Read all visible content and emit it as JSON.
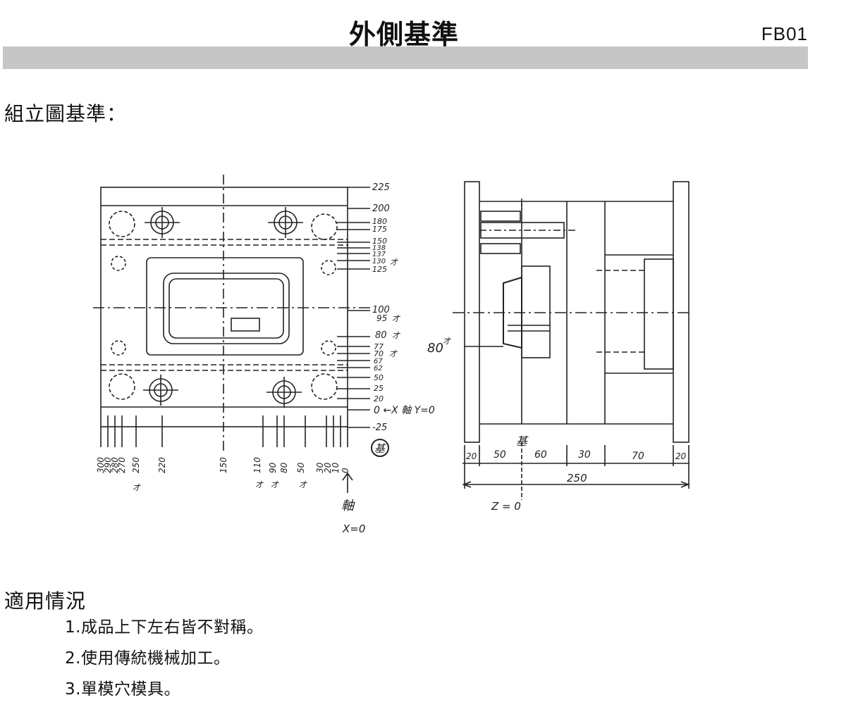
{
  "header": {
    "title": "外側基準",
    "code": "FB01"
  },
  "section": {
    "heading": "組立圖基準："
  },
  "drawing": {
    "plan_view": {
      "right_labels": [
        "225",
        "200",
        "180",
        "175",
        "150",
        "138",
        "137",
        "130",
        "125",
        "100",
        "95",
        "80",
        "77",
        "70",
        "67",
        "62",
        "50",
        "25",
        "20",
        "0",
        "-25"
      ],
      "right_marks": [
        "才",
        "才",
        "才",
        "才"
      ],
      "bottom_labels": [
        "300",
        "290",
        "280",
        "270",
        "250",
        "220",
        "150",
        "110",
        "90",
        "80",
        "50",
        "30",
        "20",
        "10",
        "0"
      ],
      "bottom_marks": [
        "才",
        "才",
        "才",
        "才"
      ],
      "x_axis_note": "0 ←X 軸 Y=0",
      "y_axis_char": "軸",
      "y_axis_note": "X=0",
      "stamp": "基"
    },
    "section_view": {
      "label_80": "80",
      "label_80_mark": "才",
      "dims": [
        "20",
        "50",
        "60",
        "30",
        "70",
        "20"
      ],
      "overall": "250",
      "z_char": "基",
      "z_note": "Z = 0"
    }
  },
  "usage": {
    "heading": "適用情況",
    "items": [
      "1.成品上下左右皆不對稱。",
      "2.使用傳統機械加工。",
      "3.單模穴模具。"
    ]
  }
}
